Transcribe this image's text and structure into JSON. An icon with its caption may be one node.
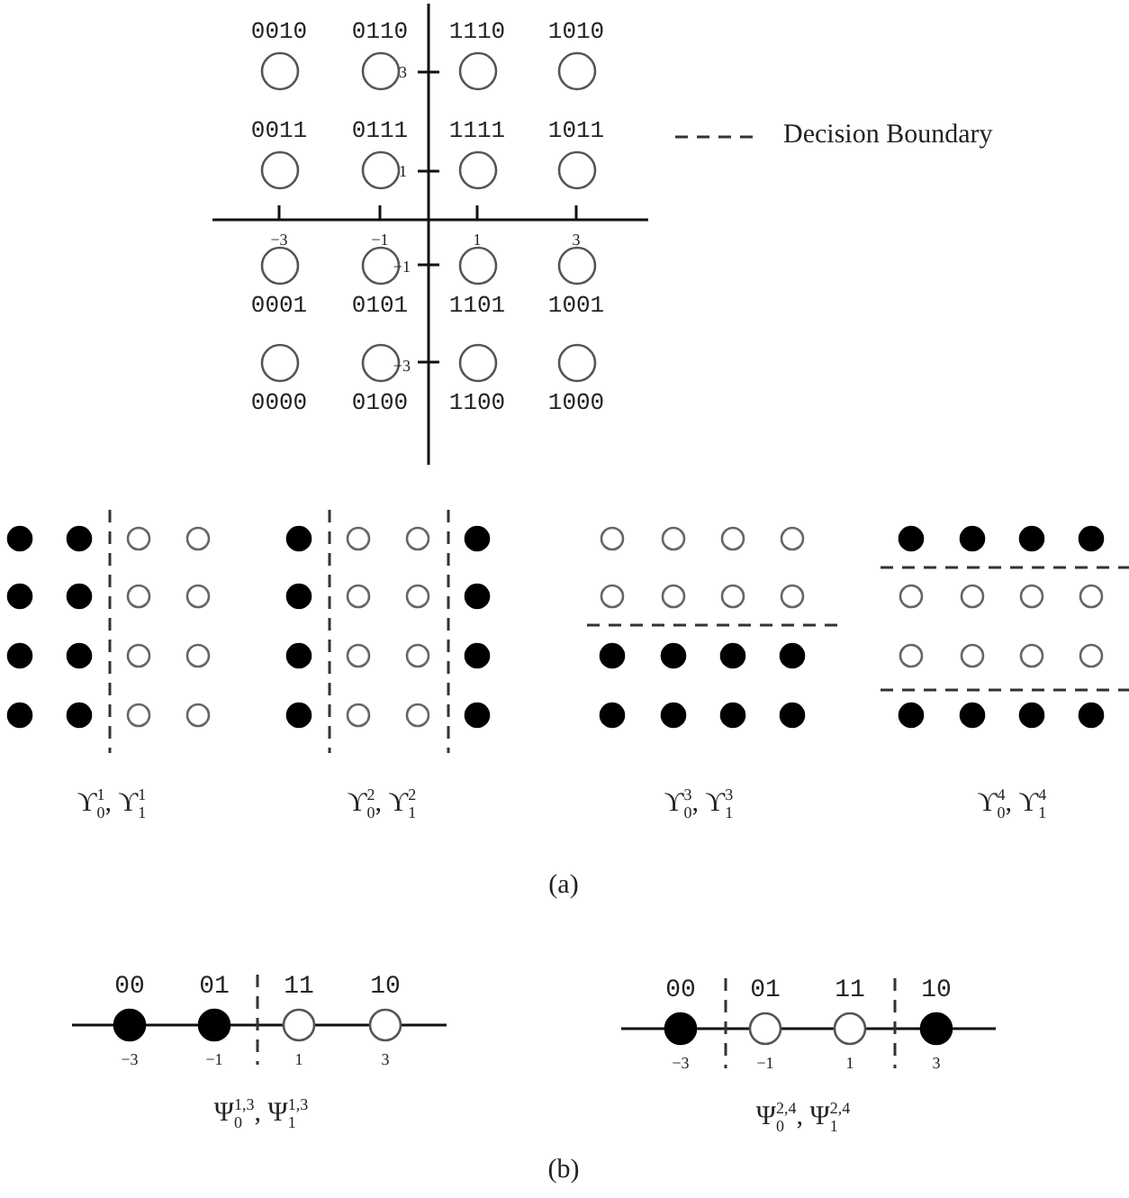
{
  "diagram": {
    "nodes": [
      {
        "text": [
          "0010"
        ]
      },
      {
        "text": [
          "0110"
        ]
      },
      {
        "text": [
          "1110"
        ]
      },
      {
        "text": [
          "1010"
        ]
      },
      {
        "text": [
          "0011"
        ]
      },
      {
        "text": [
          "0111"
        ]
      },
      {
        "text": [
          "1111"
        ]
      },
      {
        "text": [
          "1011"
        ]
      },
      {
        "text": [
          "0001"
        ]
      },
      {
        "text": [
          "0101"
        ]
      },
      {
        "text": [
          "1101"
        ]
      },
      {
        "text": [
          "1001"
        ]
      },
      {
        "text": [
          "0000"
        ]
      },
      {
        "text": [
          "0100"
        ]
      },
      {
        "text": [
          "1100"
        ]
      },
      {
        "text": [
          "1000"
        ]
      },
      {
        "text": [
          "00"
        ]
      },
      {
        "text": [
          "01"
        ]
      },
      {
        "text": [
          "11"
        ]
      },
      {
        "text": [
          "10"
        ]
      },
      {
        "text": [
          "00"
        ]
      },
      {
        "text": [
          "01"
        ]
      },
      {
        "text": [
          "11"
        ]
      },
      {
        "text": [
          "10"
        ]
      }
    ],
    "edges": [],
    "labels": [
      "3",
      "1",
      "−3",
      "−1",
      "1",
      "3",
      "−1",
      "−3",
      "ϒ$_{0}$$^{1}$, ϒ$_{1}$$^{1}$",
      "ϒ$_{0}$$^{2}$, ϒ$_{1}$$^{2}$",
      "ϒ$_{0}$$^{3}$, ϒ$_{1}$$^{3}$",
      "ϒ$_{0}$$^{4}$, ϒ$_{1}$$^{4}$",
      "(a)",
      "−3",
      "−1",
      "1",
      "3",
      "−3",
      "−1",
      "1",
      "3",
      "Ψ$_{0}$$^{1,3}$, Ψ$_{1}$$^{1,3}$",
      "Ψ$_{0}$$^{2,4}$, Ψ$_{1}$$^{2,4}$",
      "(b)"
    ],
    "legend": [
      {
        "text": "Decision Boundary"
      }
    ]
  }
}
